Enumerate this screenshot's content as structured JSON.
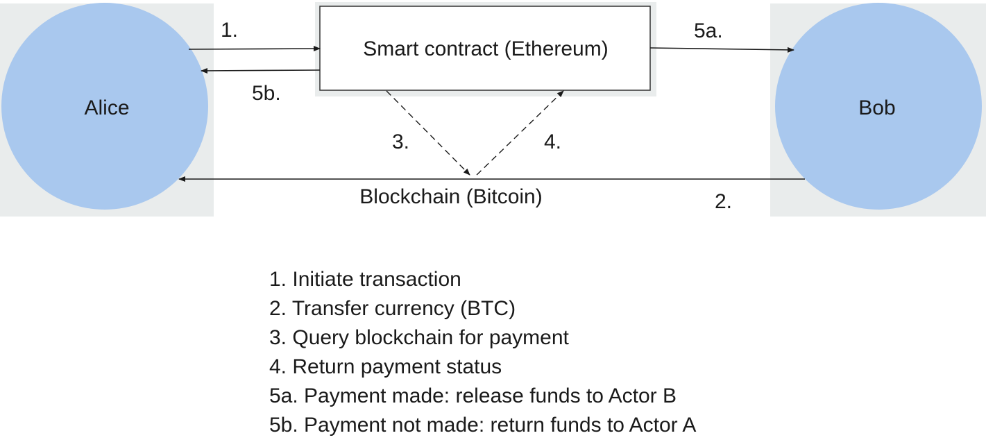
{
  "actors": {
    "alice": "Alice",
    "bob": "Bob"
  },
  "nodes": {
    "contract": "Smart contract (Ethereum)",
    "blockchain": "Blockchain (Bitcoin)"
  },
  "steps": {
    "s1": "1.",
    "s2": "2.",
    "s3": "3.",
    "s4": "4.",
    "s5a": "5a.",
    "s5b": "5b."
  },
  "legend": [
    "1. Initiate transaction",
    "2. Transfer currency (BTC)",
    "3. Query blockchain for payment",
    "4. Return payment status",
    "5a. Payment made: release funds to Actor B",
    "5b. Payment not made: return funds to Actor A"
  ],
  "colors": {
    "actor_fill": "#a9c8ee",
    "actor_backdrop": "#e9ecec",
    "line": "#1a1a1a",
    "box_border": "#333333"
  }
}
